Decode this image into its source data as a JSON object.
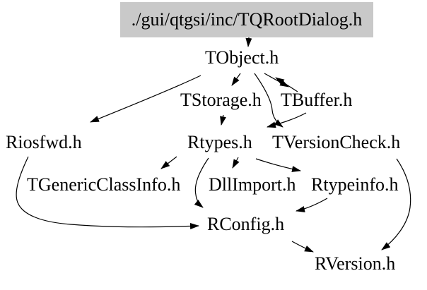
{
  "diagram": {
    "type": "include-dependency-graph",
    "root": {
      "label": "./gui/qtgsi/inc/TQRootDialog.h"
    },
    "nodes": [
      {
        "id": "tobject",
        "label": "TObject.h"
      },
      {
        "id": "tstorage",
        "label": "TStorage.h"
      },
      {
        "id": "tbuffer",
        "label": "TBuffer.h"
      },
      {
        "id": "riosfwd",
        "label": "Riosfwd.h"
      },
      {
        "id": "rtypes",
        "label": "Rtypes.h"
      },
      {
        "id": "tversioncheck",
        "label": "TVersionCheck.h"
      },
      {
        "id": "tgenericclassinfo",
        "label": "TGenericClassInfo.h"
      },
      {
        "id": "dllimport",
        "label": "DllImport.h"
      },
      {
        "id": "rtypeinfo",
        "label": "Rtypeinfo.h"
      },
      {
        "id": "rconfig",
        "label": "RConfig.h"
      },
      {
        "id": "rversion",
        "label": "RVersion.h"
      }
    ],
    "edges": [
      {
        "from": "./gui/qtgsi/inc/TQRootDialog.h",
        "to": "TObject.h"
      },
      {
        "from": "TObject.h",
        "to": "Riosfwd.h"
      },
      {
        "from": "TObject.h",
        "to": "TStorage.h"
      },
      {
        "from": "TObject.h",
        "to": "TBuffer.h"
      },
      {
        "from": "TBuffer.h",
        "to": "TObject.h"
      },
      {
        "from": "TObject.h",
        "to": "TVersionCheck.h"
      },
      {
        "from": "TStorage.h",
        "to": "Rtypes.h"
      },
      {
        "from": "TBuffer.h",
        "to": "Rtypes.h"
      },
      {
        "from": "Rtypes.h",
        "to": "TGenericClassInfo.h"
      },
      {
        "from": "Rtypes.h",
        "to": "DllImport.h"
      },
      {
        "from": "Rtypes.h",
        "to": "Rtypeinfo.h"
      },
      {
        "from": "Rtypes.h",
        "to": "RConfig.h"
      },
      {
        "from": "Riosfwd.h",
        "to": "RConfig.h"
      },
      {
        "from": "Rtypeinfo.h",
        "to": "RConfig.h"
      },
      {
        "from": "TVersionCheck.h",
        "to": "RVersion.h"
      },
      {
        "from": "RConfig.h",
        "to": "RVersion.h"
      }
    ],
    "colors": {
      "background": "#ffffff",
      "text": "#000000",
      "edge": "#000000",
      "root_fill": "#c9c9c9"
    }
  }
}
